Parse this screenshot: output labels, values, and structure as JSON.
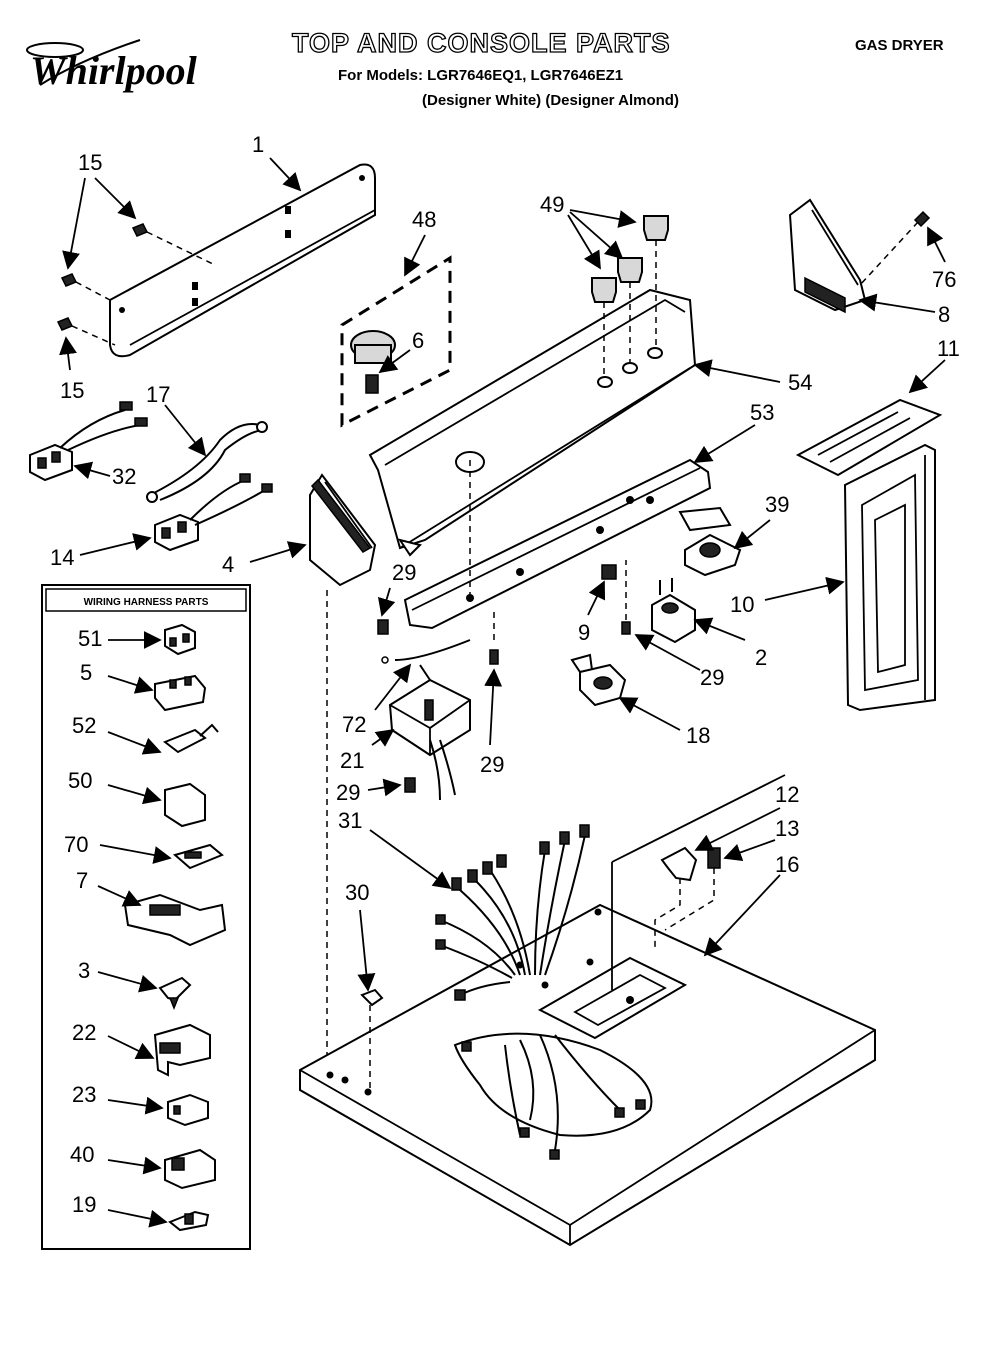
{
  "brand": "Whirlpool",
  "title": "TOP AND CONSOLE PARTS",
  "models_line": "For Models: LGR7646EQ1, LGR7646EZ1",
  "colors_line": "(Designer White) (Designer Almond)",
  "product_type": "GAS DRYER",
  "harness_box_title": "WIRING HARNESS PARTS",
  "callouts": {
    "c1": "1",
    "c15a": "15",
    "c15b": "15",
    "c48": "48",
    "c49": "49",
    "c76": "76",
    "c8": "8",
    "c6": "6",
    "c54": "54",
    "c11": "11",
    "c17": "17",
    "c32": "32",
    "c53": "53",
    "c39": "39",
    "c14": "14",
    "c4": "4",
    "c29a": "29",
    "c10": "10",
    "c9": "9",
    "c2": "2",
    "c29b": "29",
    "c72": "72",
    "c18": "18",
    "c21": "21",
    "c29c": "29",
    "c29d": "29",
    "c31": "31",
    "c12": "12",
    "c13": "13",
    "c16": "16",
    "c30": "30"
  },
  "harness_parts": [
    "51",
    "5",
    "52",
    "50",
    "70",
    "7",
    "3",
    "22",
    "23",
    "40",
    "19"
  ]
}
